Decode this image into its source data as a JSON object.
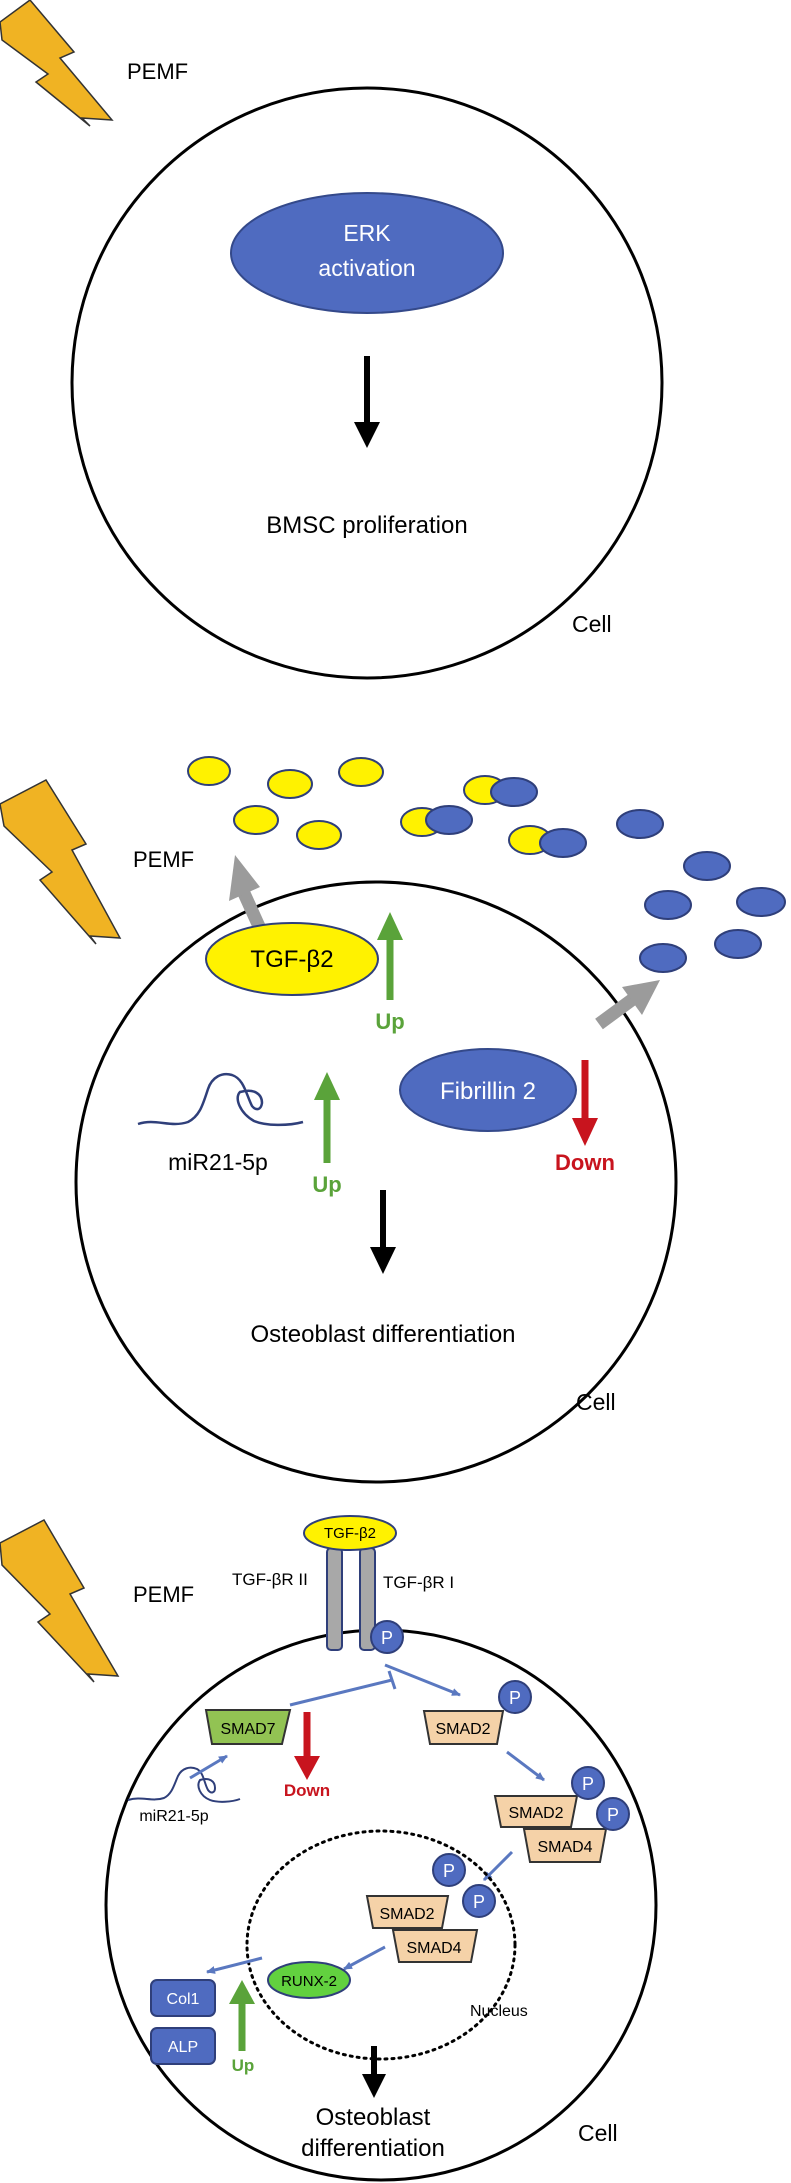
{
  "panel1": {
    "pemf": "PEMF",
    "erk_line1": "ERK",
    "erk_line2": "activation",
    "outcome": "BMSC proliferation",
    "cell": "Cell"
  },
  "panel2": {
    "pemf": "PEMF",
    "tgf": "TGF-β2",
    "tgf_arrow": "Up",
    "fibrillin": "Fibrillin 2",
    "fibrillin_arrow": "Down",
    "mirna": "miR21-5p",
    "mirna_arrow": "Up",
    "outcome": "Osteoblast differentiation",
    "cell": "Cell"
  },
  "panel3": {
    "pemf": "PEMF",
    "ligand": "TGF-β2",
    "receptor2": "TGF-βR II",
    "receptor1": "TGF-βR I",
    "phospho": "P",
    "smad7": "SMAD7",
    "smad7_arrow": "Down",
    "mirna": "miR21-5p",
    "smad2": "SMAD2",
    "smad4": "SMAD4",
    "runx2": "RUNX-2",
    "runx2_arrow": "Up",
    "col1": "Col1",
    "alp": "ALP",
    "nucleus": "Nucleus",
    "outcome_line1": "Osteoblast",
    "outcome_line2": "differentiation",
    "cell": "Cell"
  },
  "colors": {
    "bolt": "#f0b323",
    "blue_shape": "#4f6bc0",
    "yellow_shape": "#fff200",
    "smad_fill": "#f5d2a8",
    "smad7_fill": "#92c353",
    "runx_fill": "#62d13f",
    "up_arrow": "#5aa33a",
    "down_arrow": "#c8141e",
    "gray_arrow": "#9b9b9b",
    "pathway_arrow": "#5a78c0"
  }
}
